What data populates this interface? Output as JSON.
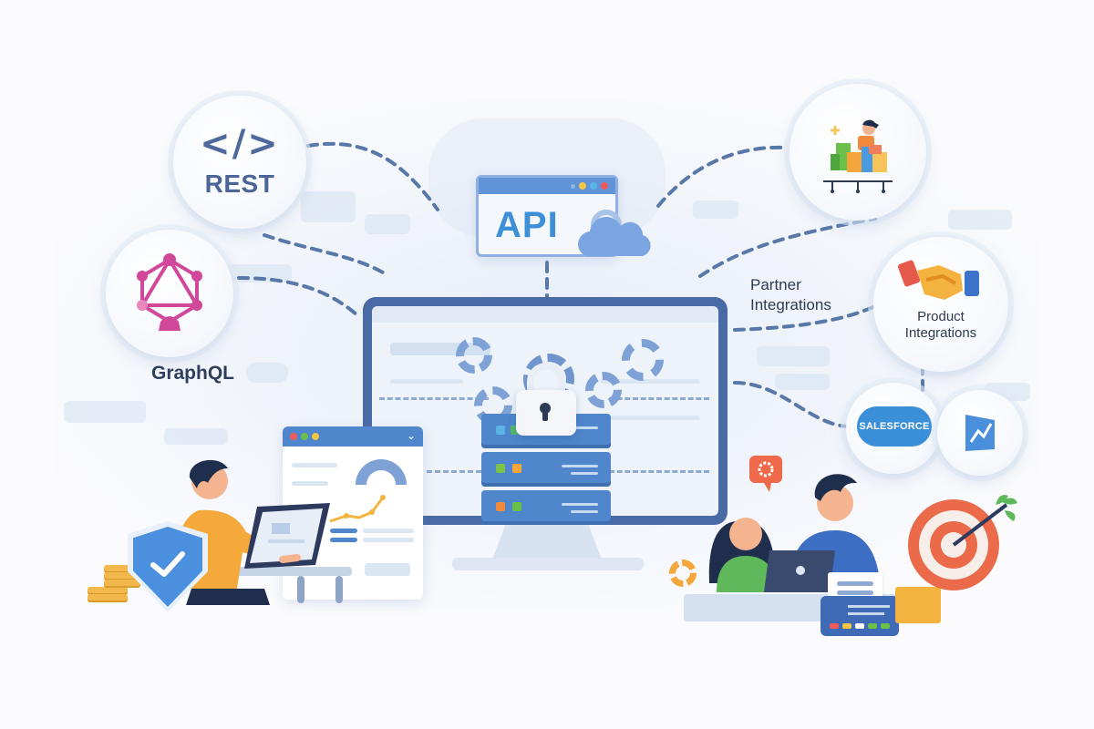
{
  "illustration": {
    "theme": "API integration overview",
    "background_color": "#fbfbfd",
    "accent_color": "#4f86cc",
    "dash_color": "#5878a8"
  },
  "nodes": {
    "rest": {
      "icon": "code-brackets-icon",
      "code_glyph": "</>",
      "label": "REST"
    },
    "graphql": {
      "icon": "graphql-logo-icon",
      "label": "GraphQL",
      "color": "#d1479a"
    },
    "api": {
      "icon": "cloud-icon",
      "label": "API",
      "window_dots": [
        "#f4c542",
        "#5bb4e8",
        "#ef5a5a"
      ]
    },
    "data_builder": {
      "icon": "person-building-blocks-icon"
    },
    "partner_integrations": {
      "label_line1": "Partner",
      "label_line2": "Integrations"
    },
    "product_integrations": {
      "icon": "handshake-icon",
      "label_line1": "Product",
      "label_line2": "Integrations"
    },
    "salesforce": {
      "icon": "salesforce-cloud-icon",
      "label": "SALESFORCE"
    },
    "analytics": {
      "icon": "trend-chart-icon"
    }
  },
  "central": {
    "monitor_icon": "monitor-icon",
    "lock_icon": "padlock-icon",
    "server_icon": "server-stack-icon",
    "server_leds": [
      [
        "#5bb4e8",
        "#54b96a"
      ],
      [
        "#7cc34a",
        "#f4a63a"
      ],
      [
        "#f08a3a",
        "#6cc04a"
      ]
    ]
  },
  "scenes": {
    "left_worker": {
      "icon": "developer-at-laptop-icon",
      "shield_icon": "shield-check-icon",
      "coins_icon": "coin-stack-icon",
      "dashboard_dots": [
        "#ef5a5a",
        "#6cc04a",
        "#f4c542"
      ]
    },
    "right_team": {
      "icon": "team-at-laptop-icon",
      "chat_icon": "gear-speech-bubble-icon",
      "target_icon": "target-arrow-icon",
      "pos_icon": "payment-terminal-icon",
      "pos_keys": [
        "#ef5a5a",
        "#f4c542",
        "#ffffff",
        "#6cc04a",
        "#6cc04a"
      ]
    }
  }
}
